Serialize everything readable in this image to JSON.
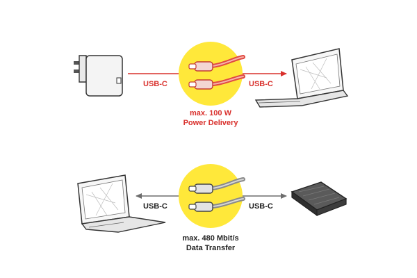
{
  "colors": {
    "power_accent": "#d9302c",
    "data_accent": "#6d6d6d",
    "highlight_circle": "#ffe83a",
    "device_outline": "#333333"
  },
  "icons": {
    "charger": "power-adapter-icon",
    "laptop": "laptop-icon",
    "cable": "usb-c-cable-icon",
    "drive": "external-drive-icon"
  },
  "power": {
    "left_label": "USB-C",
    "right_label": "USB-C",
    "caption_line1": "max. 100 W",
    "caption_line2": "Power Delivery"
  },
  "data": {
    "left_label": "USB-C",
    "right_label": "USB-C",
    "caption_line1": "max. 480 Mbit/s",
    "caption_line2": "Data Transfer"
  }
}
